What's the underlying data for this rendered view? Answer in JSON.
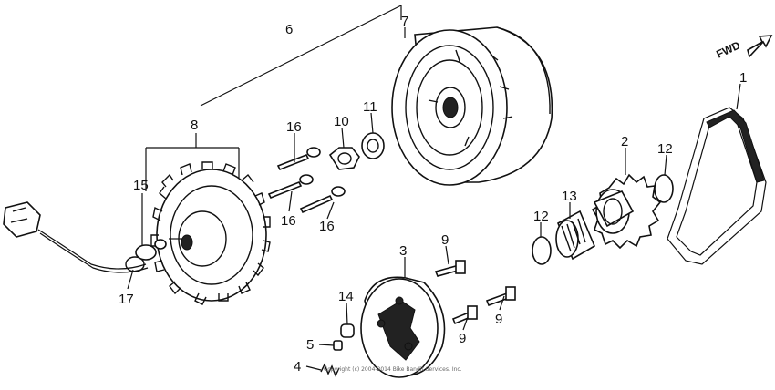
{
  "direction_label": "FWD",
  "copyright": "Copyright (c) 2004-2014 Bike Bandit Services, Inc.",
  "callouts": {
    "c1": "1",
    "c2": "2",
    "c3": "3",
    "c4": "4",
    "c5": "5",
    "c6": "6",
    "c7": "7",
    "c8": "8",
    "c9a": "9",
    "c9b": "9",
    "c9c": "9",
    "c10": "10",
    "c11": "11",
    "c12a": "12",
    "c12b": "12",
    "c13": "13",
    "c14": "14",
    "c15": "15",
    "c16a": "16",
    "c16b": "16",
    "c16c": "16",
    "c17": "17"
  }
}
